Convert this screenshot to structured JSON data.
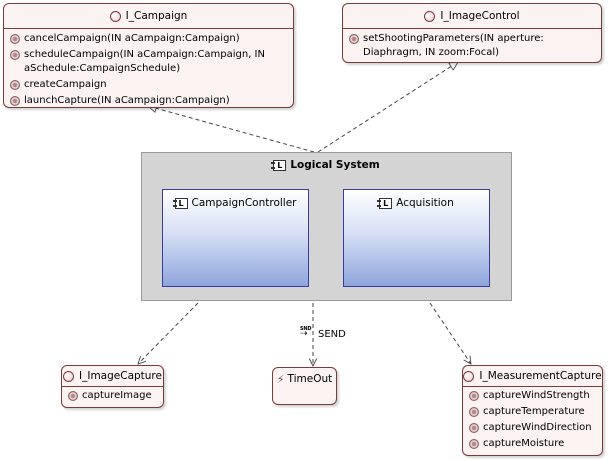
{
  "interfaces": {
    "campaign": {
      "name": "I_Campaign",
      "operations": [
        "cancelCampaign(IN aCampaign:Campaign)",
        "scheduleCampaign(IN aCampaign:Campaign, IN aSchedule:CampaignSchedule)",
        "createCampaign",
        "launchCapture(IN aCampaign:Campaign)"
      ]
    },
    "image_control": {
      "name": "I_ImageControl",
      "operations": [
        "setShootingParameters(IN aperture: Diaphragm, IN zoom:Focal)"
      ]
    },
    "image_capture": {
      "name": "I_ImageCapture",
      "operations": [
        "captureImage"
      ]
    },
    "measurement_capture": {
      "name": "I_MeasurementCapture",
      "operations": [
        "captureWindStrength",
        "captureTemperature",
        "captureWindDirection",
        "captureMoisture"
      ]
    }
  },
  "logical_system": {
    "title": "Logical System",
    "icon_letter": "L",
    "components": [
      {
        "name": "CampaignController"
      },
      {
        "name": "Acquisition"
      }
    ]
  },
  "timeout": {
    "name": "TimeOut"
  },
  "send": {
    "label": "SEND",
    "icon_text": "SND"
  },
  "icons": {
    "interface": "interface-circle-icon",
    "operation": "operation-icon",
    "component": "component-icon",
    "exception": "lightning-icon"
  },
  "colors": {
    "interface_border": "#7a3b3b",
    "interface_fill": "#fbf2f2",
    "component_border": "#3b3b9a",
    "component_gradient_end": "#8ea6dd",
    "system_fill": "#d4d4d4"
  }
}
